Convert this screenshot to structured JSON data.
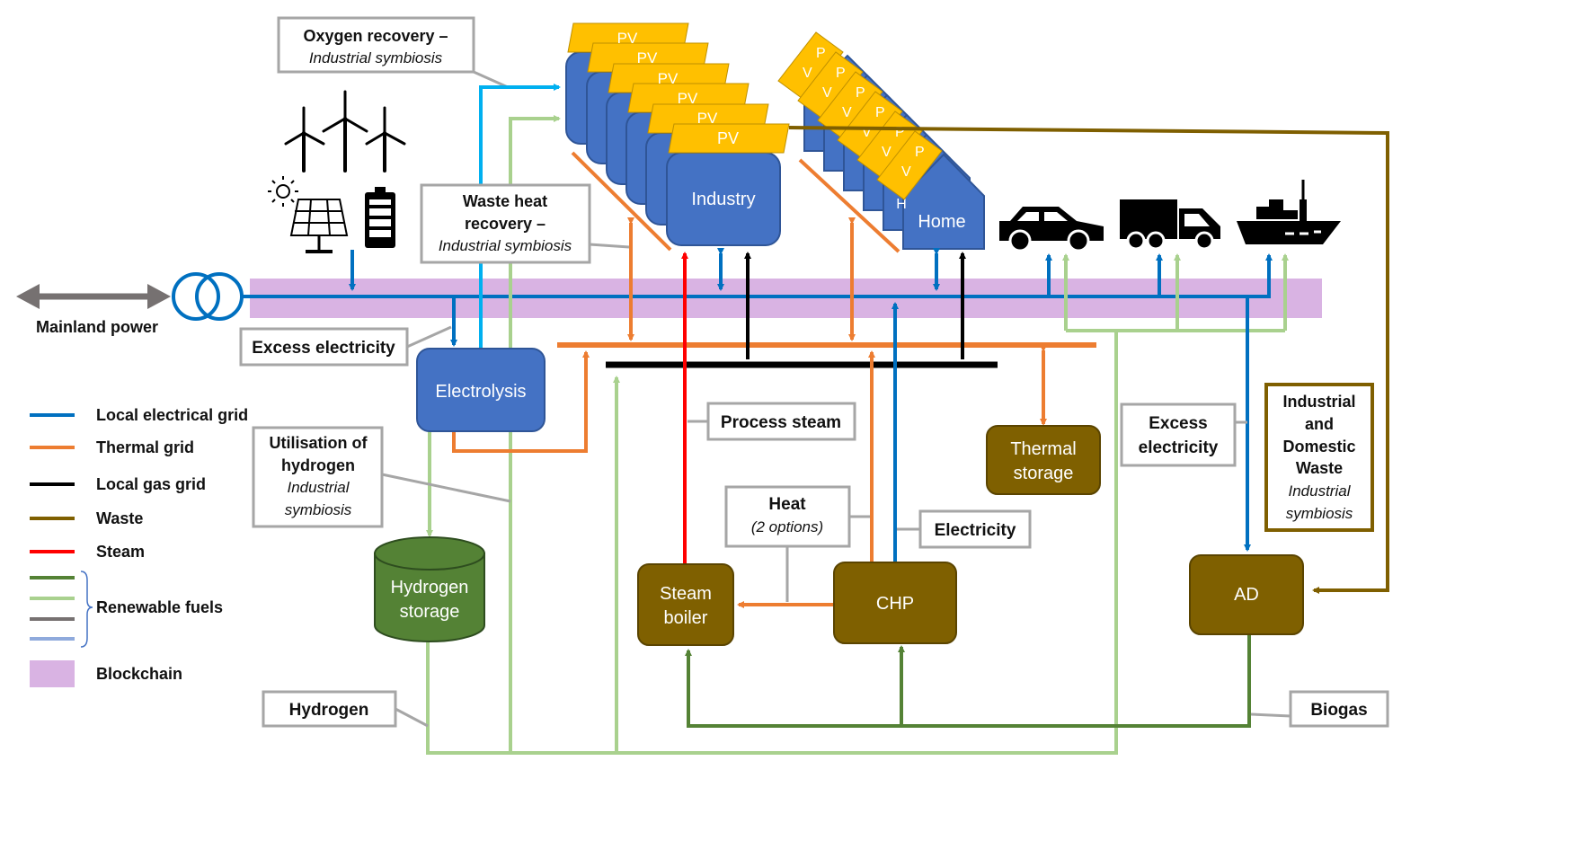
{
  "colors": {
    "electrical": "#0070c0",
    "thermal": "#ed7d31",
    "gas": "#000000",
    "waste": "#7f5f00",
    "steam": "#ff0000",
    "fuel_dark_green": "#548235",
    "fuel_light_green": "#a9d18e",
    "fuel_gray": "#767171",
    "fuel_light_blue": "#8faadc",
    "blockchain": "#d9b3e3",
    "unit_blue": "#4472c4",
    "unit_brown": "#7f6000",
    "unit_green": "#548235",
    "pv_yellow": "#ffc000",
    "oxygen": "#00b0f0"
  },
  "labels": {
    "mainland_power": "Mainland power",
    "pv": "PV",
    "industry": "Industry",
    "home": "Home",
    "electrolysis": "Electrolysis",
    "hydrogen_storage": [
      "Hydrogen",
      "storage"
    ],
    "thermal_storage": [
      "Thermal",
      "storage"
    ],
    "steam_boiler": [
      "Steam",
      "boiler"
    ],
    "chp": "CHP",
    "ad": "AD"
  },
  "callouts": {
    "oxygen_recovery": {
      "title": "Oxygen recovery –",
      "sub": "Industrial symbiosis"
    },
    "waste_heat": {
      "title1": "Waste heat",
      "title2": "recovery –",
      "sub": "Industrial symbiosis"
    },
    "excess_electricity_left": "Excess electricity",
    "utilisation_hydrogen": {
      "title1": "Utilisation of",
      "title2": "hydrogen",
      "sub1": "Industrial",
      "sub2": "symbiosis"
    },
    "process_steam": "Process steam",
    "heat": {
      "title": "Heat",
      "sub": "(2 options)"
    },
    "electricity": "Electricity",
    "excess_electricity_right": [
      "Excess",
      "electricity"
    ],
    "waste_box": {
      "t1": "Industrial",
      "t2": "and",
      "t3": "Domestic",
      "t4": "Waste",
      "s1": "Industrial",
      "s2": "symbiosis"
    },
    "hydrogen": "Hydrogen",
    "biogas": "Biogas"
  },
  "legend": {
    "electrical": "Local electrical grid",
    "thermal": "Thermal grid",
    "gas": "Local gas grid",
    "waste": "Waste",
    "steam": "Steam",
    "renewable": "Renewable fuels",
    "blockchain": "Blockchain"
  },
  "icons": [
    "wind-turbine-icon",
    "sun-icon",
    "solar-panel-icon",
    "battery-icon",
    "transformer-icon",
    "car-icon",
    "truck-icon",
    "ship-icon"
  ]
}
